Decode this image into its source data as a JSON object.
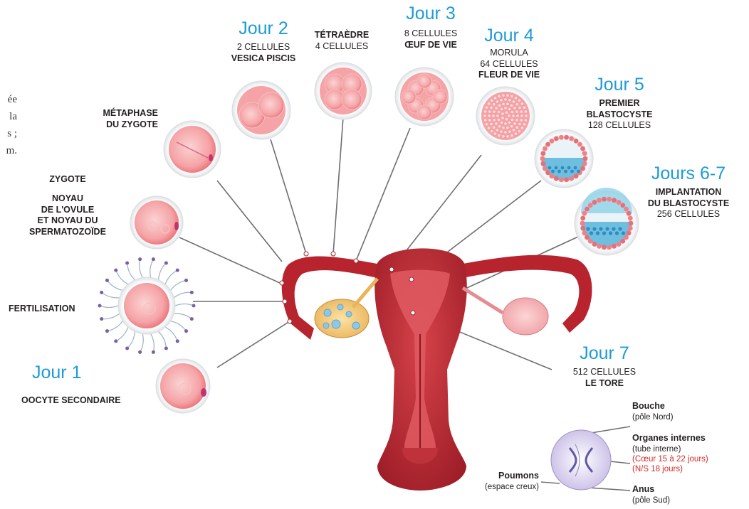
{
  "left_fragment": [
    "ée",
    "la",
    "s ;",
    "m."
  ],
  "stages": {
    "jour1": {
      "day": "Jour 1",
      "line1": "OOCYTE SECONDAIRE"
    },
    "fertilisation": {
      "line1": "FERTILISATION"
    },
    "zygote": {
      "title": "ZYGOTE",
      "line1": "NOYAU",
      "line2": "DE L'OVULE",
      "line3": "ET NOYAU DU",
      "line4": "SPERMATOZOÏDE"
    },
    "metaphase": {
      "line1": "MÉTAPHASE",
      "line2": "DU ZYGOTE"
    },
    "jour2": {
      "day": "Jour 2",
      "line1": "2 CELLULES",
      "line2": "VESICA PISCIS"
    },
    "tetraedre": {
      "line1": "TÉTRAÈDRE",
      "line2": "4 CELLULES"
    },
    "jour3": {
      "day": "Jour 3",
      "line1": "8 CELLULES",
      "line2": "ŒUF DE VIE"
    },
    "jour4": {
      "day": "Jour 4",
      "line1": "MORULA",
      "line2": "64 CELLULES",
      "line3": "FLEUR DE VIE"
    },
    "jour5": {
      "day": "Jour 5",
      "line1": "PREMIER",
      "line2": "BLASTOCYSTE",
      "line3": "128 CELLULES"
    },
    "jour67": {
      "day": "Jours 6-7",
      "line1": "IMPLANTATION",
      "line2": "DU BLASTOCYSTE",
      "line3": "256 CELLULES"
    },
    "jour7": {
      "day": "Jour 7",
      "line1": "512 CELLULES",
      "line2": "LE TORE"
    }
  },
  "torus": {
    "bouche": {
      "title": "Bouche",
      "sub": "(pôle Nord)"
    },
    "organes": {
      "title": "Organes internes",
      "sub": "(tube interne)",
      "red1": "(Cœur 15 à 22 jours)",
      "red2": "(N/S 18 jours)"
    },
    "poumons": {
      "title": "Poumons",
      "sub": "(espace creux)"
    },
    "anus": {
      "title": "Anus",
      "sub": "(pôle Sud)"
    }
  },
  "colors": {
    "day_blue": "#1c9bd7",
    "uterus": "#b5242d",
    "uterus_light": "#d6444b",
    "cell_pink": "#f27f84",
    "blasto_blue": "#3fa8d6",
    "note_red": "#d52b2b"
  }
}
